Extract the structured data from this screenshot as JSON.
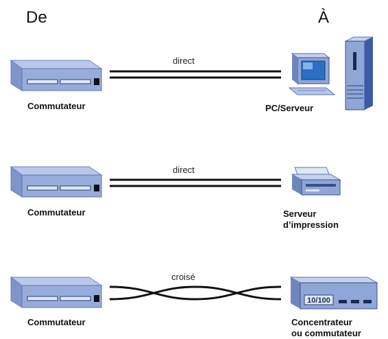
{
  "header": {
    "from_label": "De",
    "to_label": "À"
  },
  "rows": [
    {
      "source_label": "Commutateur",
      "cable_type": "direct",
      "target_label": "PC/Serveur"
    },
    {
      "source_label": "Commutateur",
      "cable_type": "direct",
      "target_label": "Serveur\nd’impression"
    },
    {
      "source_label": "Commutateur",
      "cable_type": "croisé",
      "target_label": "Concentrateur\nou commutateur"
    }
  ],
  "hub_badge": "10/100",
  "colors": {
    "device_blue": "#8fa6d8",
    "device_dark": "#3a4f86",
    "cable": "#111111"
  }
}
